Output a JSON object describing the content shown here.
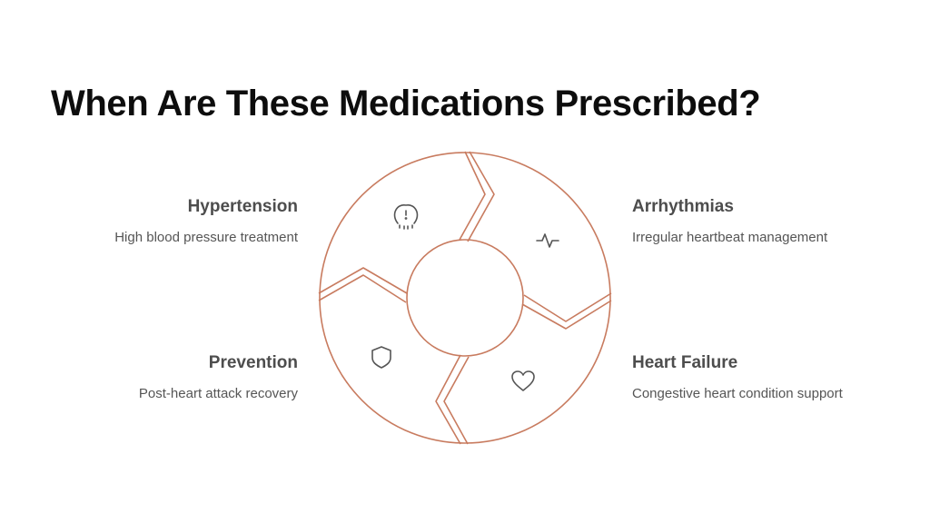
{
  "slide": {
    "title": "When Are These Medications Prescribed?"
  },
  "colors": {
    "accent": "#c87b5f",
    "icon": "#555555",
    "title": "#0d0d0d",
    "heading": "#4d4d4d",
    "body": "#555555"
  },
  "items": [
    {
      "title": "Hypertension",
      "description": "High blood pressure treatment",
      "icon": "pressure-gauge-icon"
    },
    {
      "title": "Arrhythmias",
      "description": "Irregular heartbeat management",
      "icon": "heartbeat-pulse-icon"
    },
    {
      "title": "Prevention",
      "description": "Post-heart attack recovery",
      "icon": "shield-icon"
    },
    {
      "title": "Heart Failure",
      "description": "Congestive heart condition support",
      "icon": "heart-icon"
    }
  ]
}
